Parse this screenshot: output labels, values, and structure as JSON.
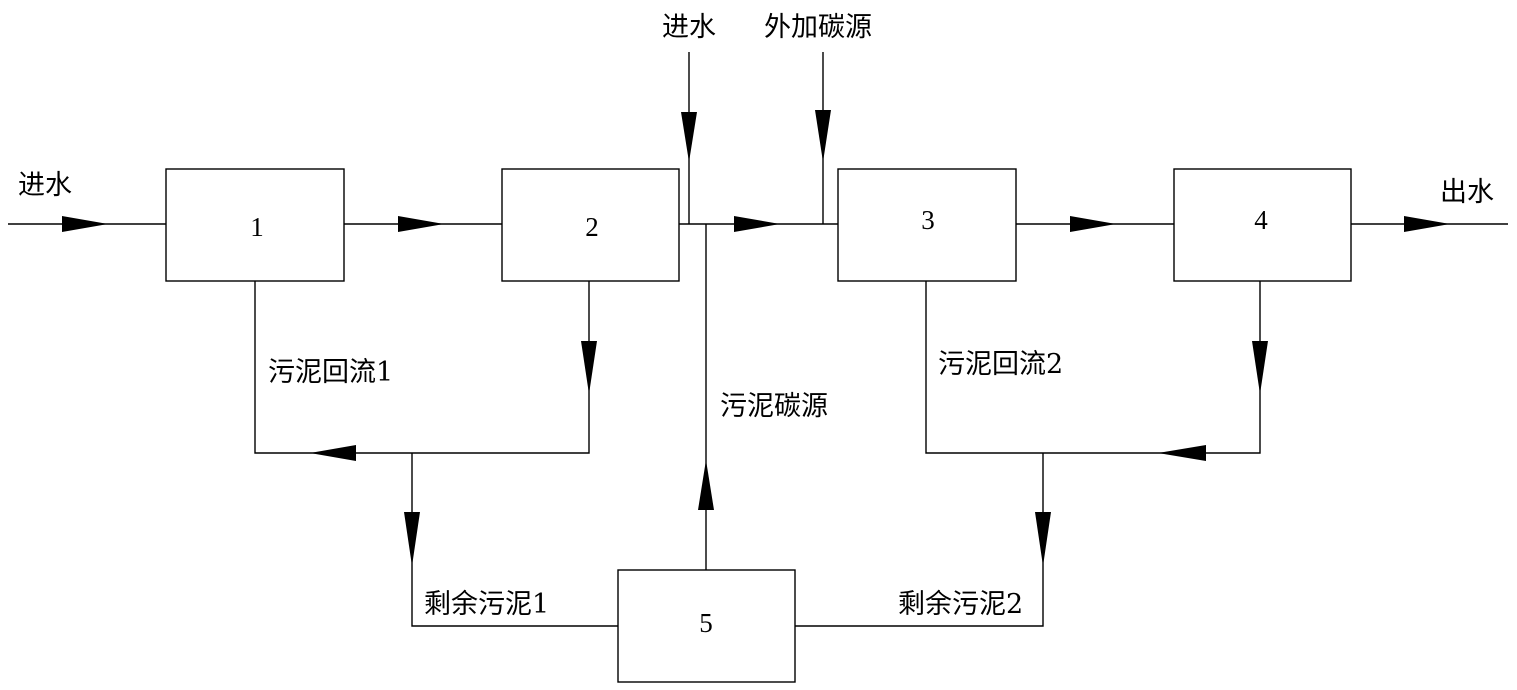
{
  "labels": {
    "inlet_left": "进水",
    "inlet_top": "进水",
    "external_carbon": "外加碳源",
    "outlet": "出水",
    "sludge_return_1": "污泥回流1",
    "sludge_return_2": "污泥回流2",
    "sludge_carbon": "污泥碳源",
    "excess_sludge_1": "剩余污泥1",
    "excess_sludge_2": "剩余污泥2"
  },
  "units": [
    {
      "id": "unit-1",
      "label": "1"
    },
    {
      "id": "unit-2",
      "label": "2"
    },
    {
      "id": "unit-3",
      "label": "3"
    },
    {
      "id": "unit-4",
      "label": "4"
    },
    {
      "id": "unit-5",
      "label": "5"
    }
  ],
  "colors": {
    "stroke": "#000000",
    "background": "#ffffff"
  }
}
